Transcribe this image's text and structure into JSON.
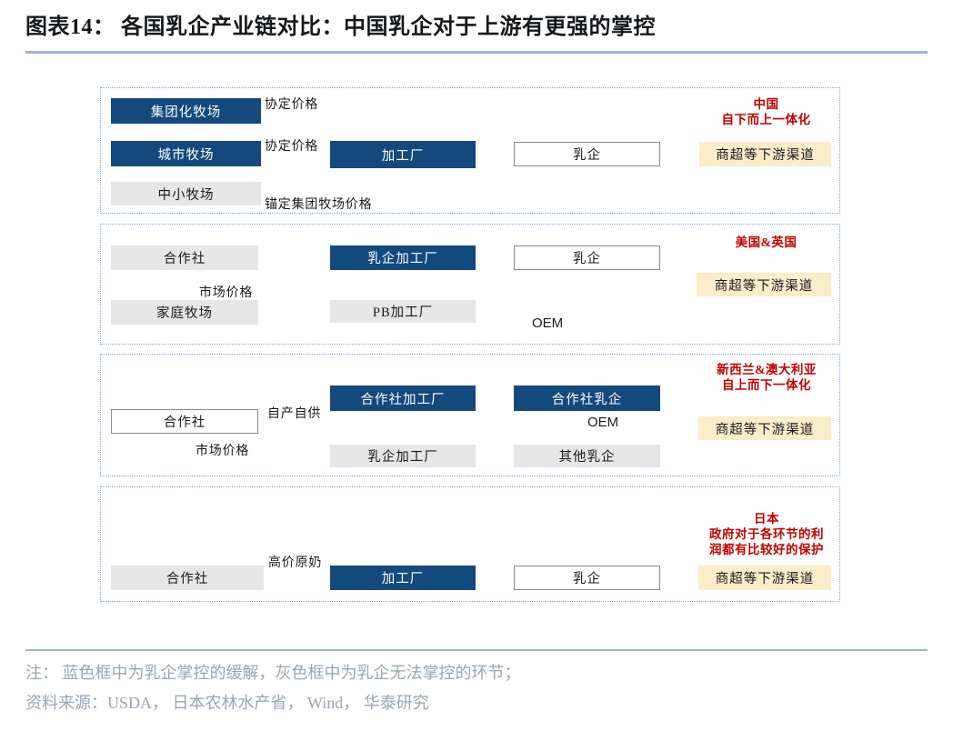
{
  "header": {
    "title": "图表14： 各国乳企产业链对比：中国乳企对于上游有更强的掌控"
  },
  "footer": {
    "note": "注： 蓝色框中为乳企掌控的缓解，灰色框中为乳企无法掌控的环节；",
    "source": "资料来源：USDA， 日本农林水产省， Wind， 华泰研究"
  },
  "colors": {
    "blue": "#14497d",
    "grey": "#e6e6e6",
    "cream": "#fcecca",
    "red": "#c00000",
    "rule": "#9fb3cf",
    "panel_border": "#7ba7d7"
  },
  "panels": [
    {
      "id": "china",
      "region_lines": [
        "中国",
        "自下而上一体化"
      ],
      "nodes": [
        {
          "id": "p1-n1",
          "label": "集团化牧场",
          "style": "blue"
        },
        {
          "id": "p1-n2",
          "label": "城市牧场",
          "style": "blue"
        },
        {
          "id": "p1-n3",
          "label": "中小牧场",
          "style": "grey"
        },
        {
          "id": "p1-n4",
          "label": "加工厂",
          "style": "blue"
        },
        {
          "id": "p1-n5",
          "label": "乳企",
          "style": "white"
        },
        {
          "id": "p1-n6",
          "label": "商超等下游渠道",
          "style": "cream"
        }
      ],
      "edge_labels": [
        {
          "id": "p1-e1",
          "text": "协定价格"
        },
        {
          "id": "p1-e2",
          "text": "协定价格"
        },
        {
          "id": "p1-e3",
          "text": "锚定集团牧场价格"
        }
      ]
    },
    {
      "id": "us-uk",
      "region_lines": [
        "美国&英国"
      ],
      "nodes": [
        {
          "id": "p2-n1",
          "label": "合作社",
          "style": "grey"
        },
        {
          "id": "p2-n2",
          "label": "家庭牧场",
          "style": "grey"
        },
        {
          "id": "p2-n3",
          "label": "乳企加工厂",
          "style": "blue"
        },
        {
          "id": "p2-n4",
          "label": "PB加工厂",
          "style": "grey"
        },
        {
          "id": "p2-n5",
          "label": "乳企",
          "style": "white"
        },
        {
          "id": "p2-n6",
          "label": "商超等下游渠道",
          "style": "cream"
        }
      ],
      "edge_labels": [
        {
          "id": "p2-e1",
          "text": "市场价格"
        },
        {
          "id": "p2-e2",
          "text": "OEM"
        }
      ]
    },
    {
      "id": "nz-au",
      "region_lines": [
        "新西兰&澳大利亚",
        "自上而下一体化"
      ],
      "nodes": [
        {
          "id": "p3-n1",
          "label": "合作社",
          "style": "white"
        },
        {
          "id": "p3-n2",
          "label": "合作社加工厂",
          "style": "blue"
        },
        {
          "id": "p3-n3",
          "label": "乳企加工厂",
          "style": "grey"
        },
        {
          "id": "p3-n4",
          "label": "合作社乳企",
          "style": "blue"
        },
        {
          "id": "p3-n5",
          "label": "其他乳企",
          "style": "grey"
        },
        {
          "id": "p3-n6",
          "label": "商超等下游渠道",
          "style": "cream"
        }
      ],
      "edge_labels": [
        {
          "id": "p3-e1",
          "text": "自产自供"
        },
        {
          "id": "p3-e2",
          "text": "市场价格"
        },
        {
          "id": "p3-e3",
          "text": "OEM"
        }
      ]
    },
    {
      "id": "japan",
      "region_lines": [
        "日本",
        "政府对于各环节的利",
        "润都有比较好的保护"
      ],
      "nodes": [
        {
          "id": "p4-n1",
          "label": "合作社",
          "style": "grey"
        },
        {
          "id": "p4-n2",
          "label": "加工厂",
          "style": "blue"
        },
        {
          "id": "p4-n3",
          "label": "乳企",
          "style": "white"
        },
        {
          "id": "p4-n4",
          "label": "商超等下游渠道",
          "style": "cream"
        }
      ],
      "edge_labels": [
        {
          "id": "p4-e1",
          "text": "高价原奶"
        }
      ]
    }
  ]
}
